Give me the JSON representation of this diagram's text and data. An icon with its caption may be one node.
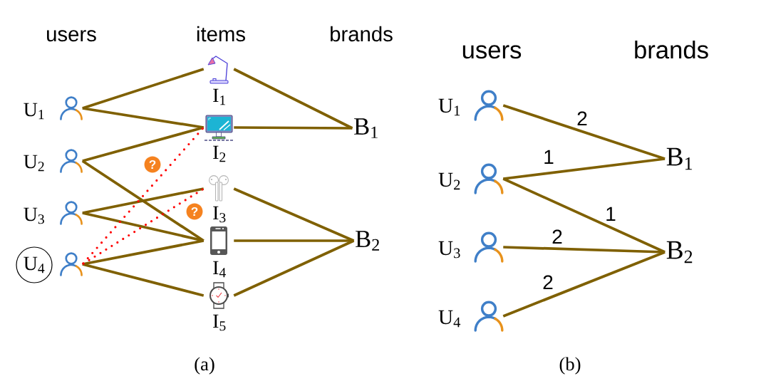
{
  "diagram": {
    "nodes": [
      {
        "text": [],
        "shape": "person",
        "beside": [
          "U$_{1}$"
        ]
      },
      {
        "text": [],
        "shape": "person",
        "beside": [
          "U$_{2}$"
        ]
      },
      {
        "text": [],
        "shape": "person",
        "beside": [
          "U$_{3}$"
        ]
      },
      {
        "text": [
          "U$_{4}$"
        ]
      },
      {
        "text": [],
        "shape": "person"
      },
      {
        "text": [],
        "shape": "picture",
        "beside": [
          "I$_{1}$"
        ]
      },
      {
        "text": [],
        "shape": "picture",
        "beside": [
          "I$_{2}$"
        ]
      },
      {
        "text": [],
        "shape": "picture",
        "beside": [
          "I$_{3}$"
        ]
      },
      {
        "text": [],
        "shape": "picture",
        "beside": [
          "I$_{4}$"
        ]
      },
      {
        "text": [],
        "shape": "picture",
        "beside": [
          "I$_{5}$"
        ]
      },
      {
        "text": [
          "B$_{1}$"
        ]
      },
      {
        "text": [
          "B$_{2}$"
        ]
      },
      {
        "text": [],
        "shape": "person",
        "beside": [
          "U$_{1}$"
        ]
      },
      {
        "text": [],
        "shape": "person",
        "beside": [
          "U$_{2}$"
        ]
      },
      {
        "text": [],
        "shape": "person",
        "beside": [
          "U$_{3}$"
        ]
      },
      {
        "text": [],
        "shape": "person",
        "beside": [
          "U$_{4}$"
        ]
      },
      {
        "text": [
          "B$_{1}$"
        ]
      },
      {
        "text": [
          "B$_{2}$"
        ]
      }
    ],
    "edges": [
      {
        "from": 0,
        "to": 5,
        "arrow": "none"
      },
      {
        "from": 0,
        "to": 6,
        "arrow": "none"
      },
      {
        "from": 1,
        "to": 6,
        "arrow": "none"
      },
      {
        "from": 1,
        "to": 8,
        "arrow": "none"
      },
      {
        "from": 2,
        "to": 7,
        "arrow": "none"
      },
      {
        "from": 2,
        "to": 8,
        "arrow": "none"
      },
      {
        "from": 4,
        "to": 8,
        "arrow": "none"
      },
      {
        "from": 4,
        "to": 9,
        "arrow": "none"
      },
      {
        "from": 4,
        "to": 6,
        "arrow": "none",
        "style": "dashed",
        "color": "#ff0000"
      },
      {
        "from": 4,
        "to": 7,
        "arrow": "none",
        "style": "dashed",
        "color": "#ff0000"
      },
      {
        "from": 5,
        "to": 10,
        "arrow": "none"
      },
      {
        "from": 6,
        "to": 10,
        "arrow": "none"
      },
      {
        "from": 7,
        "to": 11,
        "arrow": "none"
      },
      {
        "from": 8,
        "to": 11,
        "arrow": "none"
      },
      {
        "from": 9,
        "to": 11,
        "arrow": "none"
      },
      {
        "from": 12,
        "to": 16,
        "arrow": "none",
        "label": "2"
      },
      {
        "from": 13,
        "to": 16,
        "arrow": "none",
        "label": "1"
      },
      {
        "from": 13,
        "to": 17,
        "arrow": "none",
        "label": "1"
      },
      {
        "from": 14,
        "to": 17,
        "arrow": "none",
        "label": "2"
      },
      {
        "from": 15,
        "to": 17,
        "arrow": "none",
        "label": "2"
      }
    ],
    "labels": [
      "users",
      "items",
      "brands",
      "?",
      "?",
      "(a)",
      "users",
      "brands",
      "(b)"
    ]
  }
}
